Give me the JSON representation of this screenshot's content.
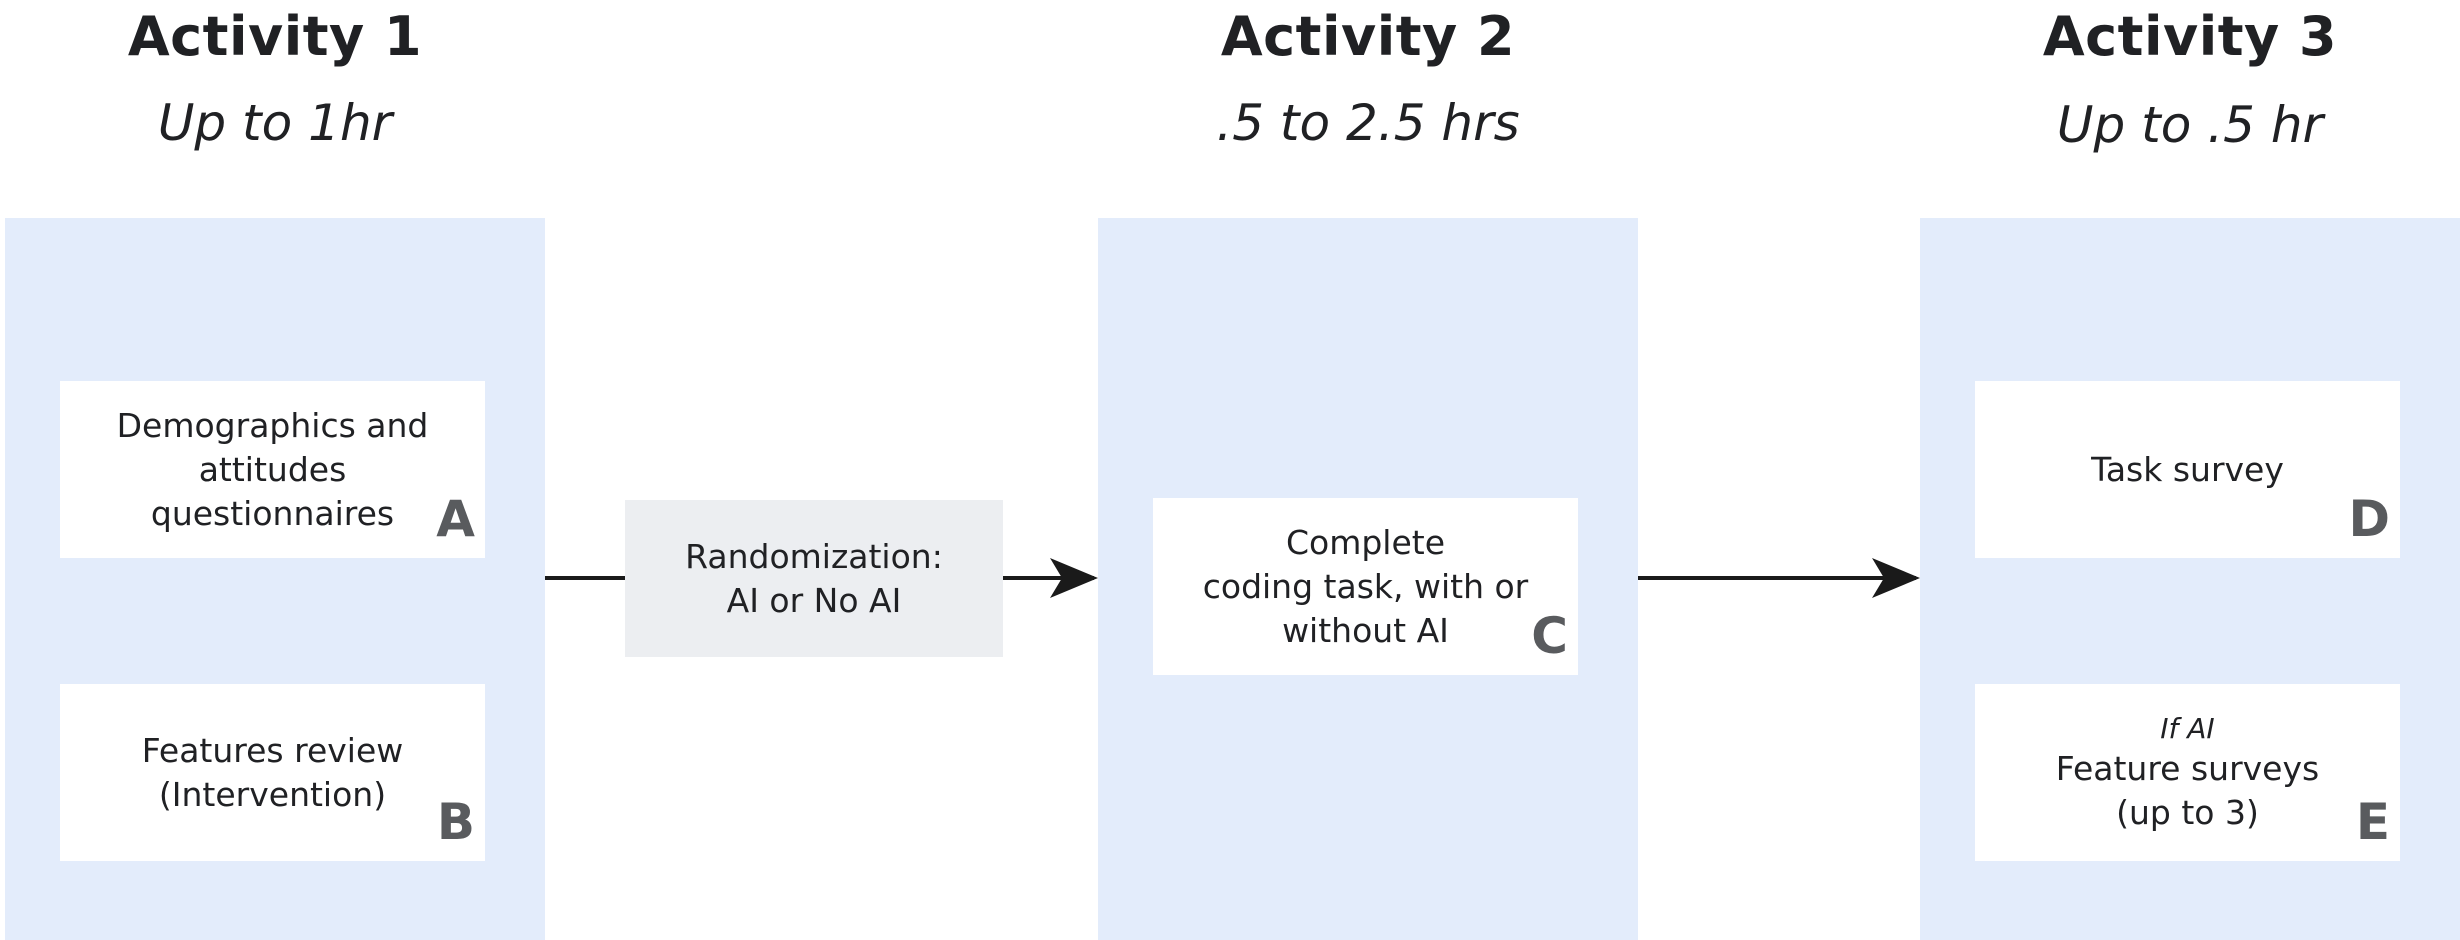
{
  "activities": [
    {
      "title": "Activity 1",
      "duration": "Up to 1hr",
      "cards": [
        {
          "lines": [
            "Demographics and",
            "attitudes",
            "questionnaires"
          ],
          "letter": "A"
        },
        {
          "lines": [
            "Features review",
            "(Intervention)"
          ],
          "letter": "B"
        }
      ]
    },
    {
      "title": "Activity 2",
      "duration": ".5 to 2.5 hrs",
      "cards": [
        {
          "lines": [
            "Complete",
            "coding task, with or",
            "without AI"
          ],
          "letter": "C"
        }
      ]
    },
    {
      "title": "Activity 3",
      "duration": "Up to .5 hr",
      "cards": [
        {
          "lines": [
            "Task survey"
          ],
          "letter": "D"
        },
        {
          "note": "If AI",
          "lines": [
            "Feature surveys",
            "(up to 3)"
          ],
          "letter": "E"
        }
      ]
    }
  ],
  "randomization": {
    "lines": [
      "Randomization:",
      "AI or No AI"
    ]
  },
  "colors": {
    "panel": "#e3ecfb",
    "card": "#ffffff",
    "randomization_box": "#eceef1",
    "arrow": "#1a1a1a",
    "letter": "#595b5e"
  }
}
